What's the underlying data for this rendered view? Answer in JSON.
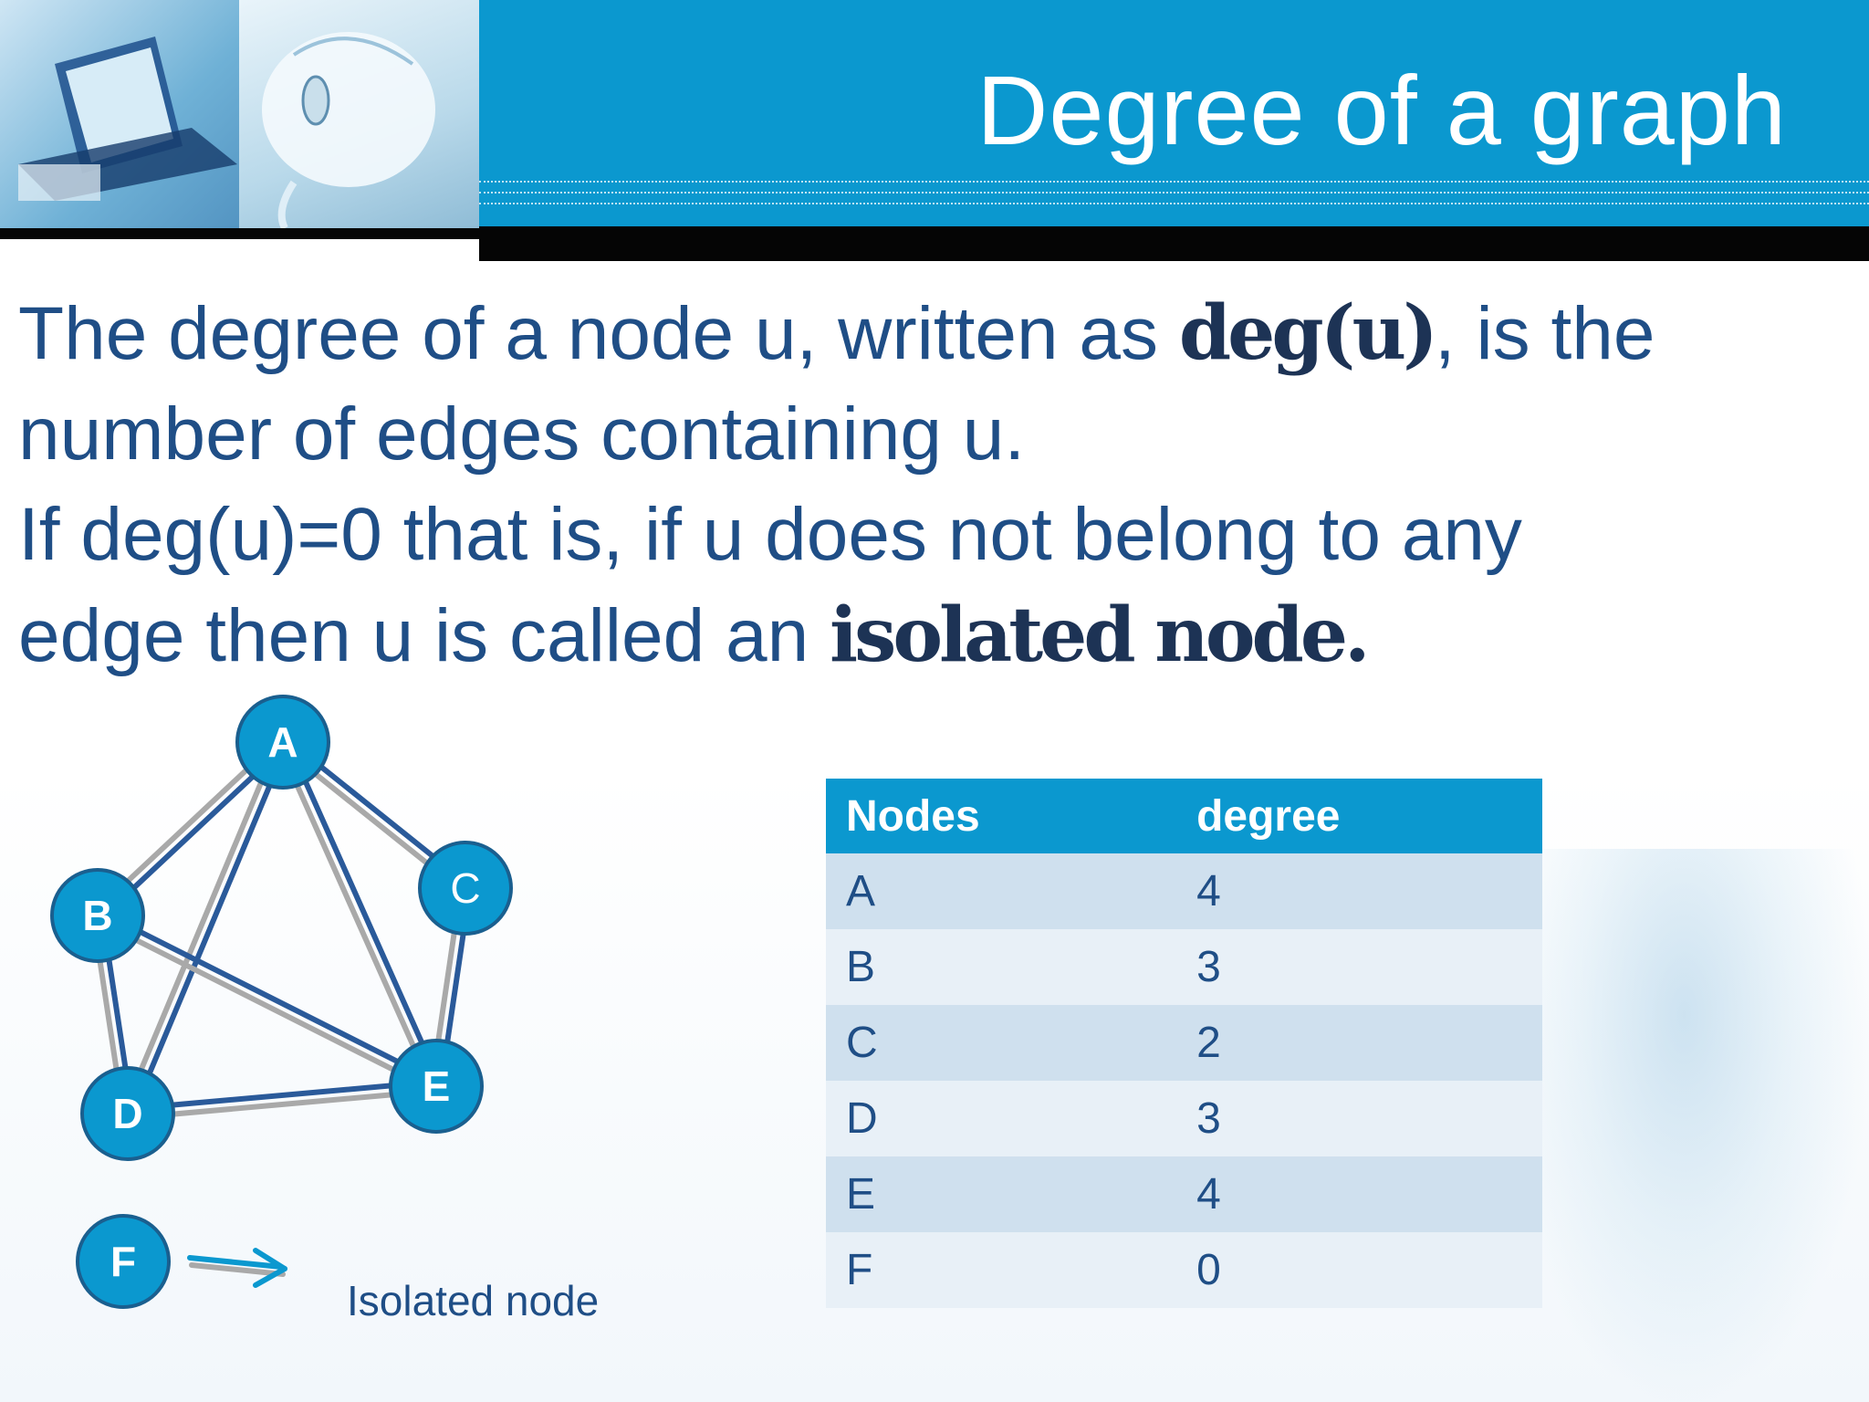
{
  "slide": {
    "title": "Degree of a graph",
    "paragraph": {
      "line1_a": "The degree of a node u, written as ",
      "line1_bold": "deg(u)",
      "line1_b": ", is the",
      "line2": "number of edges containing u.",
      "line3": "If deg(u)=0 that is, if u does not belong to any",
      "line4_a": "edge then u is called an ",
      "line4_bold": "isolated node."
    }
  },
  "graph": {
    "nodes": [
      "A",
      "B",
      "C",
      "D",
      "E",
      "F"
    ],
    "edges": [
      [
        "A",
        "B"
      ],
      [
        "A",
        "C"
      ],
      [
        "A",
        "D"
      ],
      [
        "A",
        "E"
      ],
      [
        "B",
        "D"
      ],
      [
        "B",
        "E"
      ],
      [
        "C",
        "E"
      ],
      [
        "D",
        "E"
      ]
    ],
    "isolated_label": "Isolated node"
  },
  "table": {
    "headers": [
      "Nodes",
      "degree"
    ],
    "rows": [
      [
        "A",
        "4"
      ],
      [
        "B",
        "3"
      ],
      [
        "C",
        "2"
      ],
      [
        "D",
        "3"
      ],
      [
        "E",
        "4"
      ],
      [
        "F",
        "0"
      ]
    ]
  },
  "colors": {
    "accent": "#0b98cf",
    "text": "#1f4e86",
    "edge_dark": "#2a5a9a",
    "edge_light": "#a9a9a9"
  }
}
